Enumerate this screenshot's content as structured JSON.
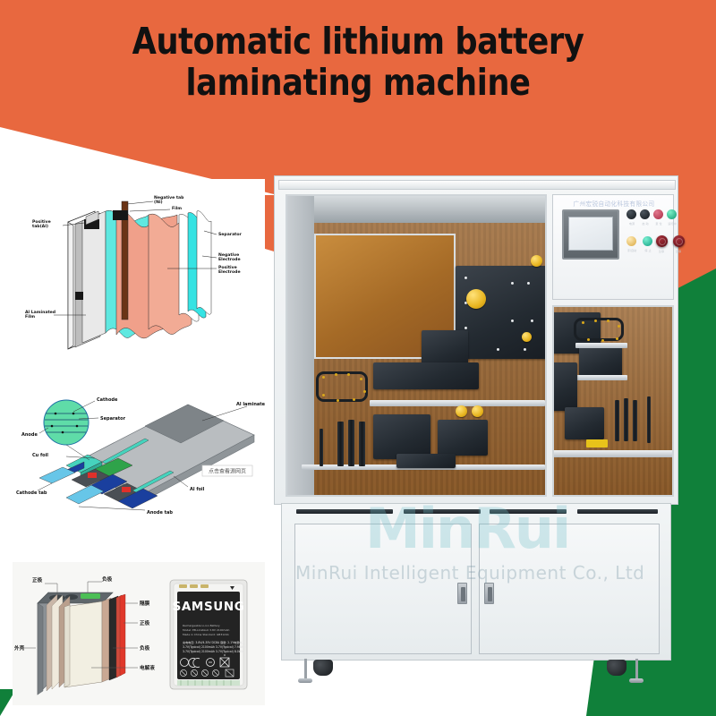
{
  "header": {
    "title_line1": "Automatic lithium battery",
    "title_line2": "laminating machine"
  },
  "colors": {
    "banner_orange": "#e8683f",
    "accent_green": "#10803a",
    "title_text": "#111111",
    "machine_body": "#eef1f3",
    "interior_brown": "#8a5a2b",
    "knob_yellow": "#e8b520",
    "estop_red": "#7d1d26"
  },
  "diagrams": {
    "cell_stack": {
      "labels": [
        "Negative tab\n(Ni)",
        "Film",
        "Positive\ntab(Al)",
        "Separator",
        "Negative\nElectrode",
        "Positive\nElectrode",
        "Al Laminated\nFilm"
      ]
    },
    "pouch_cell": {
      "labels": [
        "Cathode",
        "Separator",
        "Anode",
        "Cu foil",
        "Cathode tab",
        "Al laminate film",
        "Al foil",
        "Anode tab"
      ],
      "source_note": "点击查看源网页"
    },
    "structure": {
      "labels": [
        "正极",
        "负极",
        "隔膜",
        "正极",
        "负极",
        "电解液",
        "外壳"
      ],
      "battery_brand": "SAMSUNG"
    }
  },
  "machine": {
    "control_panel": {
      "company_text": "广州宏锐自动化科技有限公司",
      "buttons": [
        {
          "label": "电源",
          "color": "#1b2027"
        },
        {
          "label": "启 动",
          "color": "#1b2027"
        },
        {
          "label": "复 位",
          "color": "#c2415a"
        },
        {
          "label": "运行中",
          "color": "#1fb583"
        },
        {
          "label": "手/自动",
          "color": "#e9c770"
        },
        {
          "label": "停 止",
          "color": "#25b394"
        },
        {
          "label": "急停",
          "color": "#7d1d26"
        },
        {
          "label": "急停",
          "color": "#7d1d26"
        }
      ]
    }
  },
  "watermark": {
    "logo": "MinRui",
    "company": "MinRui Intelligent Equipment Co., Ltd"
  }
}
